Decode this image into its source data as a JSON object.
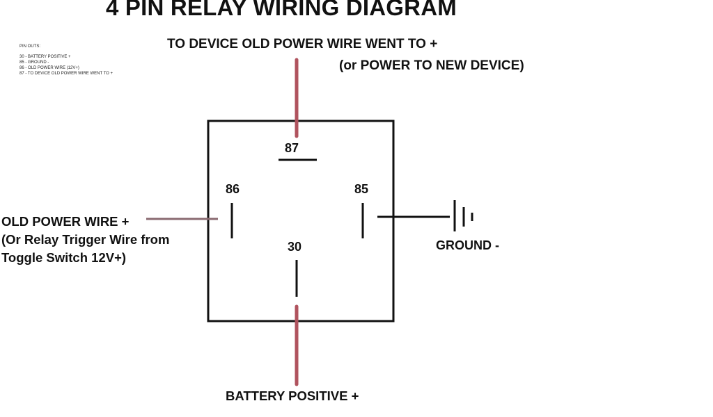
{
  "title": "4 PIN RELAY WIRING DIAGRAM",
  "pin_outs": {
    "heading": "PIN OUTS:",
    "items": [
      "30 - BATTERY POSITIVE +",
      "85 - GROUND -",
      "86 - OLD POWER WIRE (12V+)",
      "87 - TO DEVICE OLD POWER WIRE WENT TO +"
    ]
  },
  "labels": {
    "top_line1": "TO DEVICE OLD POWER WIRE WENT TO +",
    "top_line2": "(or POWER TO NEW DEVICE)",
    "left_line1": "OLD POWER WIRE +",
    "left_line2": "(Or Relay Trigger Wire from",
    "left_line3": "Toggle Switch  12V+)",
    "ground": "GROUND -",
    "bottom": "BATTERY POSITIVE +"
  },
  "pins": {
    "p87": "87",
    "p86": "86",
    "p85": "85",
    "p30": "30"
  },
  "colors": {
    "wire_power": "#b0535e",
    "wire_trigger": "#8a6a70",
    "line": "#111111"
  }
}
